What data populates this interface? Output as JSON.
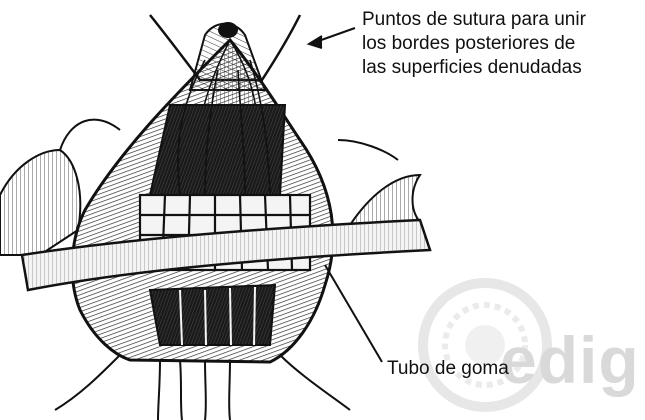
{
  "annotations": {
    "sutures_lines": [
      "Puntos de sutura para unir",
      "los bordes posteriores de",
      "las superficies denudadas"
    ],
    "tube": "Tubo de goma"
  },
  "watermark": {
    "text": "edig",
    "color": "#d9d9d9"
  },
  "colors": {
    "ink": "#111111",
    "tissue_dark": "#1a1a1a",
    "tissue_mid": "#555555",
    "tube_fill": "#f4f4f4",
    "background": "#ffffff"
  }
}
